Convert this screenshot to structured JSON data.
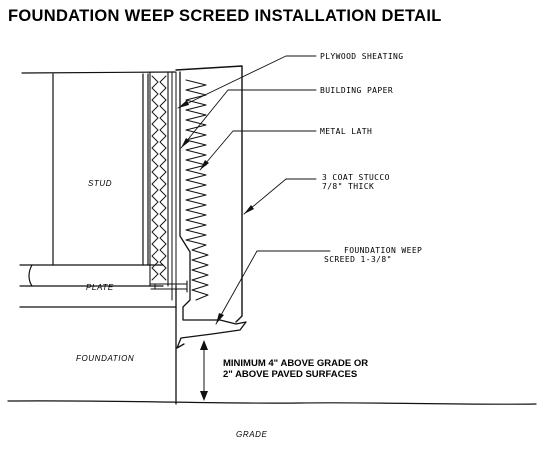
{
  "title": "FOUNDATION WEEP SCREED INSTALLATION DETAIL",
  "callouts": {
    "plywood": "PLYWOOD SHEATING",
    "paper": "BUILDING PAPER",
    "lath": "METAL LATH",
    "stucco_line1": "3 COAT STUCCO",
    "stucco_line2": "7/8\" THICK",
    "weep_line1": "FOUNDATION WEEP",
    "weep_line2": "SCREED 1-3/8\""
  },
  "labels": {
    "stud": "STUD",
    "plate": "PLATE",
    "foundation": "FOUNDATION",
    "grade": "GRADE"
  },
  "clearance_note": {
    "line1": "MINIMUM 4\" ABOVE GRADE OR",
    "line2": "2\" ABOVE PAVED SURFACES"
  }
}
